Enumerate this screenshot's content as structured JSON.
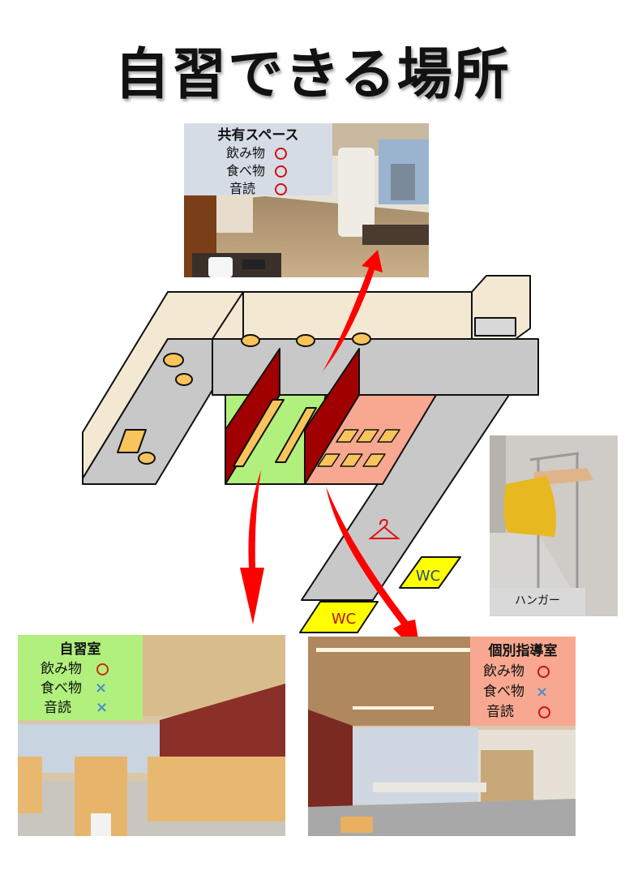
{
  "title": "自習できる場所",
  "colors": {
    "floor": "#c8c8c8",
    "wall": "#f3e8d2",
    "partition": "#a00000",
    "self_study_room": "#b1f07d",
    "tutoring_room": "#f8a890",
    "furniture": "#f9c45b",
    "wc": "#ffff00",
    "arrow": "#ff0000",
    "legend_shared_bg": "#d6dce6",
    "legend_self_bg": "#b1f07d",
    "legend_tutor_bg": "#f8a890",
    "mark_ok": "#d01010",
    "mark_ng": "#4a90c8"
  },
  "shared_space": {
    "title": "共有スペース",
    "rows": [
      {
        "label": "飲み物",
        "mark": "○"
      },
      {
        "label": "食べ物",
        "mark": "○"
      },
      {
        "label": "音読",
        "mark": "○"
      }
    ]
  },
  "self_study_room": {
    "title": "自習室",
    "rows": [
      {
        "label": "飲み物",
        "mark": "○"
      },
      {
        "label": "食べ物",
        "mark": "×"
      },
      {
        "label": "音読",
        "mark": "×"
      }
    ]
  },
  "tutoring_room": {
    "title": "個別指導室",
    "rows": [
      {
        "label": "飲み物",
        "mark": "○"
      },
      {
        "label": "食べ物",
        "mark": "×"
      },
      {
        "label": "音読",
        "mark": "○"
      }
    ]
  },
  "hanger": {
    "caption": "ハンガー",
    "icon": "hanger-icon"
  },
  "floor_plan": {
    "wc_labels": [
      "WC",
      "WC"
    ]
  }
}
